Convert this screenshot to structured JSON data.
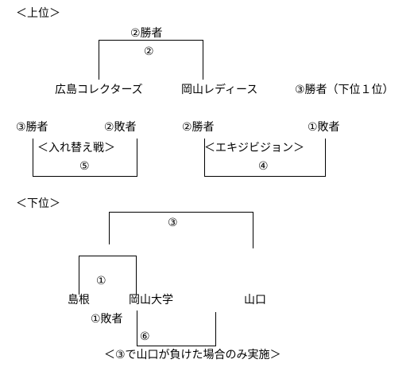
{
  "upper": {
    "heading": "＜上位＞",
    "m2": {
      "winner_label": "②勝者",
      "number": "②",
      "team_left": "広島コレクターズ",
      "team_right": "岡山レディース"
    },
    "note": "③勝者（下位１位）",
    "m5": {
      "left": "③勝者",
      "right": "②敗者",
      "title": "＜入れ替え戦＞",
      "number": "⑤"
    },
    "m4": {
      "left": "②勝者",
      "right": "①敗者",
      "title": "＜エキジビジョン＞",
      "number": "④"
    }
  },
  "lower": {
    "heading": "＜下位＞",
    "m3_number": "③",
    "m1_number": "①",
    "team1": "島根",
    "team2": "岡山大学",
    "team3": "山口",
    "m6_left": "①敗者",
    "m6_number": "⑥",
    "note": "＜③で山口が負けた場合のみ実施＞"
  }
}
